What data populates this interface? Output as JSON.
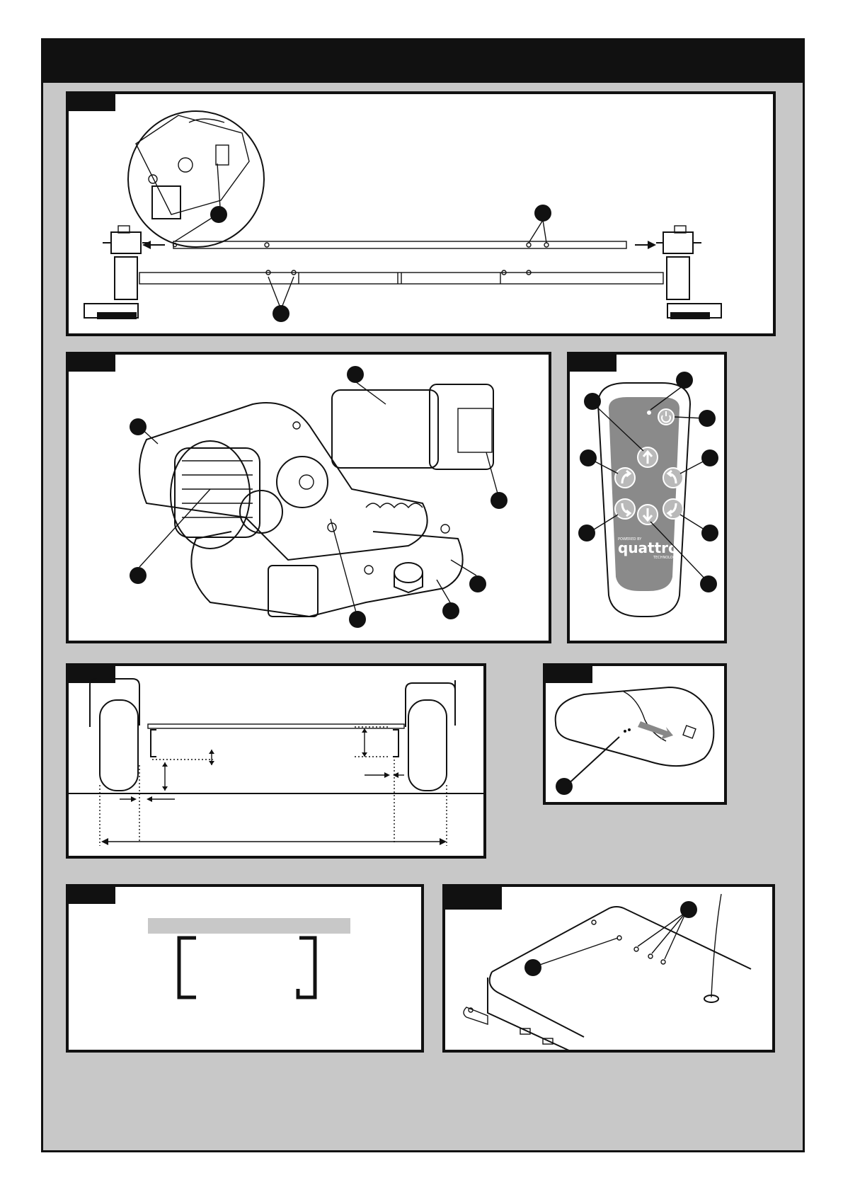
{
  "page": {
    "header_title": ""
  },
  "colors": {
    "sheet_background": "#c8c8c8",
    "ink": "#111111",
    "panel_background": "#ffffff",
    "remote_face": "#8a8a8a"
  },
  "panels": [
    {
      "id": "rail-assembly",
      "description_icons": [
        "knob-icon",
        "arrow-left-icon",
        "arrow-right-icon"
      ]
    },
    {
      "id": "drive-unit"
    },
    {
      "id": "remote-control",
      "remote": {
        "brand_small": "POWERED BY",
        "brand": "quattro",
        "brand_sub": "TECHNOLOGY"
      }
    },
    {
      "id": "wheel-clearance"
    },
    {
      "id": "battery-cover"
    },
    {
      "id": "chassis-profile"
    },
    {
      "id": "control-box"
    }
  ]
}
